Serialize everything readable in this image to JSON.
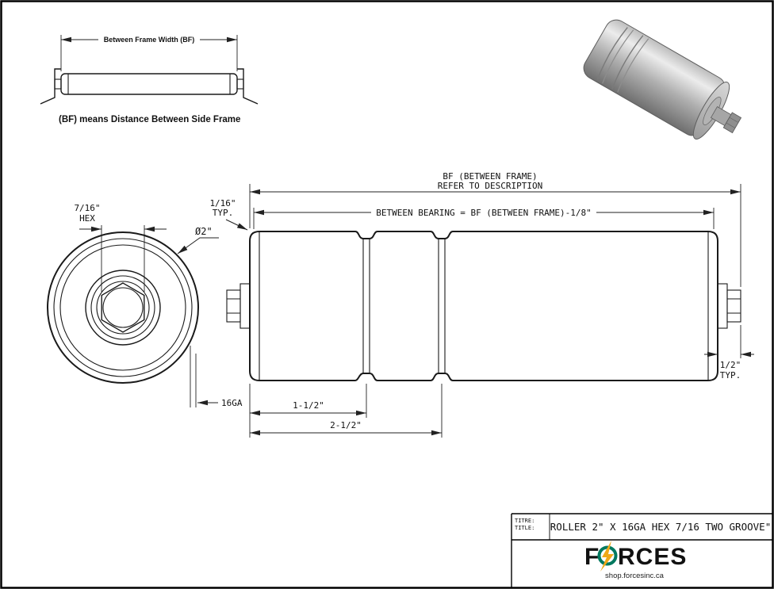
{
  "page": {
    "background": "#ffffff",
    "border_color": "#000000"
  },
  "inset": {
    "dim_label": "Between Frame Width (BF)",
    "caption": "(BF) means Distance Between Side Frame"
  },
  "front_view": {
    "hex_size": "7/16\"",
    "hex_word": "HEX",
    "diameter": "Ø2\"",
    "gauge": "16GA"
  },
  "side_view": {
    "bf_label": "BF (BETWEEN FRAME)",
    "bf_sub": "REFER TO DESCRIPTION",
    "between_bearing": "BETWEEN BEARING = BF (BETWEEN FRAME)-1/8\"",
    "left_typ_value": "1/16\"",
    "left_typ_word": "TYP.",
    "right_typ_value": "1/2\"",
    "right_typ_word": "TYP.",
    "dim_first_groove": "1-1/2\"",
    "dim_second_groove": "2-1/2\""
  },
  "title_block": {
    "label_line1": "TITRE:",
    "label_line2": "TITLE:",
    "title": "ROLLER 2\" X 16GA HEX 7/16 TWO GROOVE\"",
    "brand_first": "F",
    "brand_rest": "RCES",
    "brand_color": "#00795f",
    "bolt_color": "#f0a818",
    "website": "shop.forcesinc.ca"
  }
}
